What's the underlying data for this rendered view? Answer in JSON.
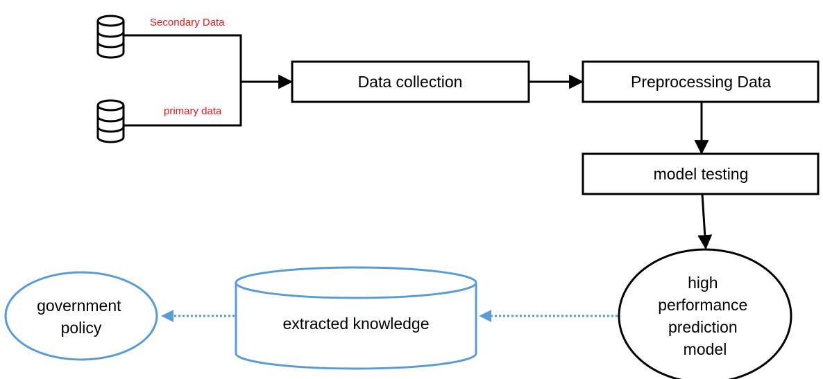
{
  "colors": {
    "line": "#000000",
    "source_label": "#e8191c",
    "accent_blue": "#5b9bd5"
  },
  "sources": {
    "secondary": {
      "label": "Secondary Data",
      "icon": "database-icon"
    },
    "primary": {
      "label": "primary data",
      "icon": "database-icon"
    }
  },
  "nodes": {
    "data_collection": "Data collection",
    "preprocessing": "Preprocessing Data",
    "model_testing": "model testing",
    "prediction_model": [
      "high",
      "performance",
      "prediction",
      "model"
    ],
    "extracted_knowledge": "extracted knowledge",
    "government_policy": [
      "government",
      "policy"
    ]
  }
}
